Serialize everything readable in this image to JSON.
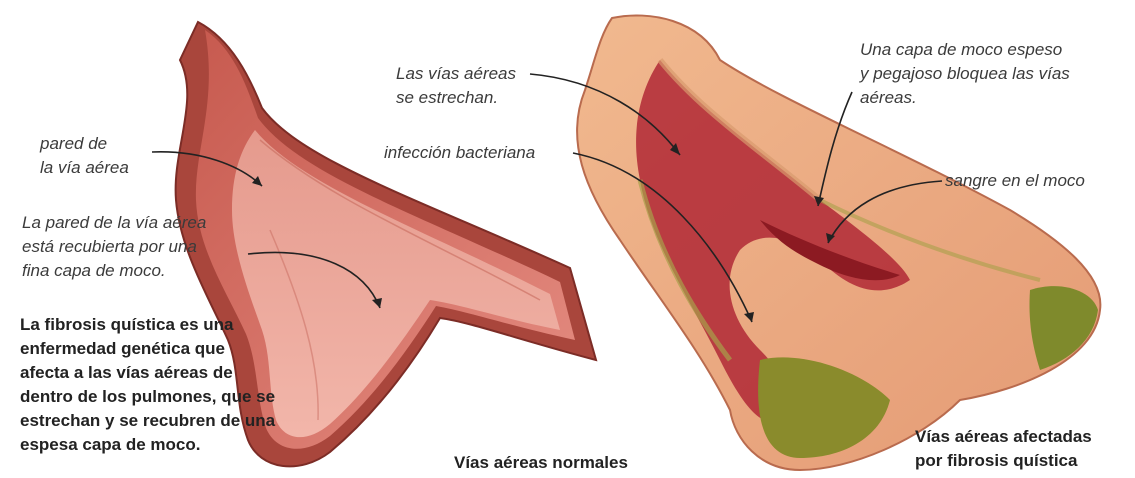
{
  "labels": {
    "wall": [
      "pared de",
      "la vía aérea"
    ],
    "mucus_normal": [
      "La pared de la vía aérea",
      "está recubierta por una",
      "fina capa de moco."
    ],
    "narrowed": [
      "Las vías aéreas",
      "se estrechan."
    ],
    "infection": "infección bacteriana",
    "thick_mucus": [
      "Una capa de moco espeso",
      "y pegajoso bloquea las vías",
      "aéreas."
    ],
    "blood": "sangre en el moco"
  },
  "description": [
    "La fibrosis quística es una",
    "enfermedad genética que",
    "afecta a las vías aéreas de",
    "dentro de los pulmones, que se",
    "estrechan y se recubren de una",
    "espesa capa de moco."
  ],
  "captions": {
    "normal": "Vías aéreas normales",
    "affected": [
      "Vías aéreas afectadas",
      "por fibrosis quística"
    ]
  },
  "colors": {
    "airway_outer": "#a9463c",
    "airway_inner": "#d9766b",
    "airway_lumen": "#e79a8e",
    "tissue": "#eaa981",
    "mucus": "#8a8b2c",
    "blood": "#9c1f25"
  }
}
